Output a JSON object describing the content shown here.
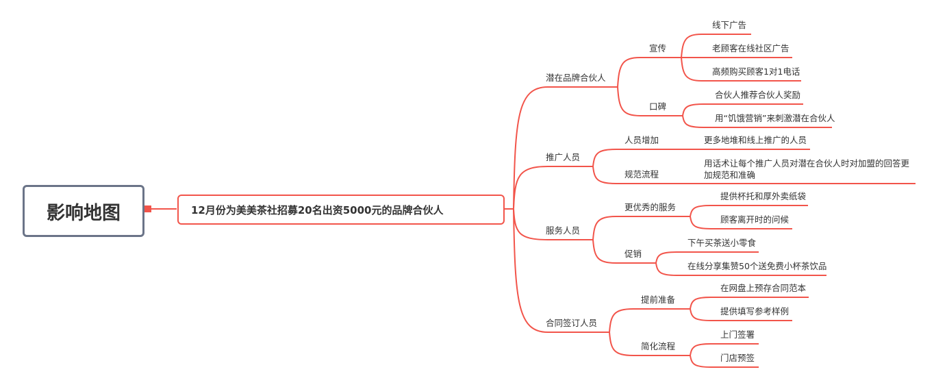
{
  "root": {
    "label": "影响地图"
  },
  "central": {
    "label": "12月份为美美茶社招募20名出资5000元的品牌合伙人"
  },
  "branches": [
    {
      "label": "潜在品牌合伙人",
      "children": [
        {
          "label": "宣传",
          "children": [
            "线下广告",
            "老顾客在线社区广告",
            "高频购买顾客1对1电话"
          ]
        },
        {
          "label": "口碑",
          "children": [
            "合伙人推荐合伙人奖励",
            "用“饥饿营销”来刺激潜在合伙人"
          ]
        }
      ]
    },
    {
      "label": "推广人员",
      "children": [
        {
          "label": "人员增加",
          "children": [
            "更多地堆和线上推广的人员"
          ]
        },
        {
          "label": "规范流程",
          "children": [
            "用话术让每个推广人员对潜在合伙人时对加盟的回答更加规范和准确"
          ]
        }
      ]
    },
    {
      "label": "服务人员",
      "children": [
        {
          "label": "更优秀的服务",
          "children": [
            "提供杯托和厚外卖纸袋",
            "顾客离开时的问候"
          ]
        },
        {
          "label": "促销",
          "children": [
            "下午买茶送小零食",
            "在线分享集赞50个送免费小杯茶饮品"
          ]
        }
      ]
    },
    {
      "label": "合同签订人员",
      "children": [
        {
          "label": "提前准备",
          "children": [
            "在网盘上预存合同范本",
            "提供填写参考样例"
          ]
        },
        {
          "label": "简化流程",
          "children": [
            "上门签署",
            "门店预签"
          ]
        }
      ]
    }
  ],
  "colors": {
    "line": "#f2544a",
    "root_border": "#6b7488",
    "text": "#333333"
  }
}
